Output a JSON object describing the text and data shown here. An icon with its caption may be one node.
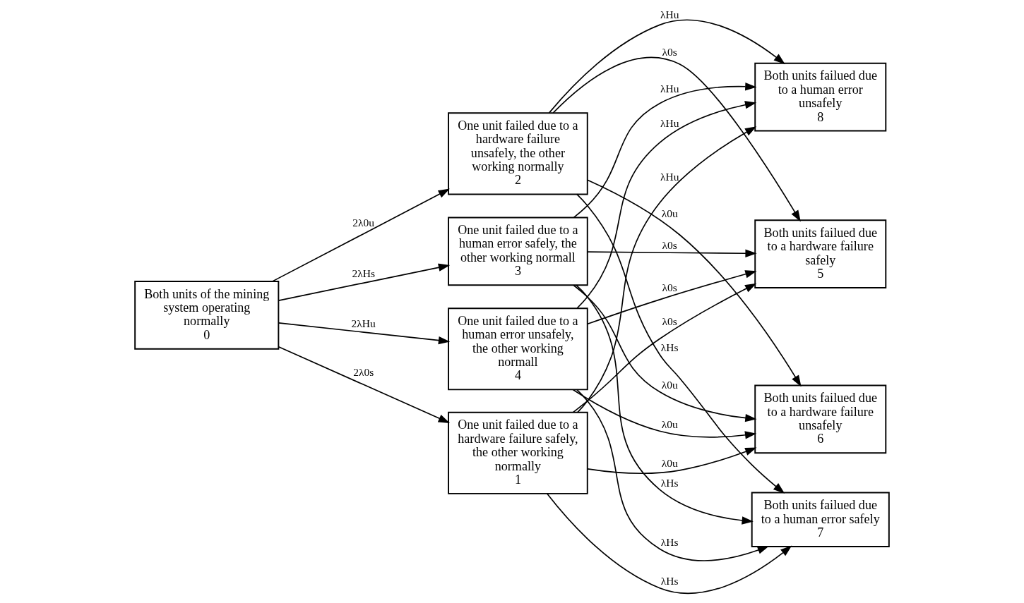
{
  "diagram": {
    "nodes": [
      {
        "text": [
          "Both units of the mining system operating normally",
          "0"
        ]
      },
      {
        "text": [
          "One unit failed due to a hardware failure safely, the other working normally",
          "1"
        ]
      },
      {
        "text": [
          "One unit failed due to a hardware failure unsafely, the other working normally",
          "2"
        ]
      },
      {
        "text": [
          "One unit failed due to a human error safely, the other working normall",
          "3"
        ]
      },
      {
        "text": [
          "One unit failed due to a human error unsafely, the other working normall",
          "4"
        ]
      },
      {
        "text": [
          "Both units failued due to a hardware failure safely",
          "5"
        ]
      },
      {
        "text": [
          "Both units failued due to a hardware failure unsafely",
          "6"
        ]
      },
      {
        "text": [
          "Both units failued due to a human error safely",
          "7"
        ]
      },
      {
        "text": [
          "Both units failued due to a human error unsafely",
          "8"
        ]
      }
    ],
    "edges": [
      {
        "from": 0,
        "to": 1,
        "arrow": "to",
        "label": "2λ0s"
      },
      {
        "from": 0,
        "to": 2,
        "arrow": "to",
        "label": "2λ0u"
      },
      {
        "from": 0,
        "to": 3,
        "arrow": "to",
        "label": "2λHs"
      },
      {
        "from": 0,
        "to": 4,
        "arrow": "to",
        "label": "2λHu"
      },
      {
        "from": 1,
        "to": 5,
        "arrow": "to",
        "label": "λ0s"
      },
      {
        "from": 1,
        "to": 6,
        "arrow": "to",
        "label": "λ0u"
      },
      {
        "from": 1,
        "to": 7,
        "arrow": "to",
        "label": "λHs"
      },
      {
        "from": 1,
        "to": 8,
        "arrow": "to",
        "label": "λHu"
      },
      {
        "from": 2,
        "to": 5,
        "arrow": "to",
        "label": "λ0s"
      },
      {
        "from": 2,
        "to": 6,
        "arrow": "to",
        "label": "λ0u"
      },
      {
        "from": 2,
        "to": 7,
        "arrow": "to",
        "label": "λHs"
      },
      {
        "from": 2,
        "to": 8,
        "arrow": "to",
        "label": "λHu"
      },
      {
        "from": 3,
        "to": 5,
        "arrow": "to",
        "label": "λ0s"
      },
      {
        "from": 3,
        "to": 6,
        "arrow": "to",
        "label": "λ0u"
      },
      {
        "from": 3,
        "to": 7,
        "arrow": "to",
        "label": "λHs"
      },
      {
        "from": 3,
        "to": 8,
        "arrow": "to",
        "label": "λHu"
      },
      {
        "from": 4,
        "to": 5,
        "arrow": "to",
        "label": "λ0s"
      },
      {
        "from": 4,
        "to": 6,
        "arrow": "to",
        "label": "λ0u"
      },
      {
        "from": 4,
        "to": 7,
        "arrow": "to",
        "label": "λHs"
      },
      {
        "from": 4,
        "to": 8,
        "arrow": "to",
        "label": "λHu"
      }
    ]
  }
}
